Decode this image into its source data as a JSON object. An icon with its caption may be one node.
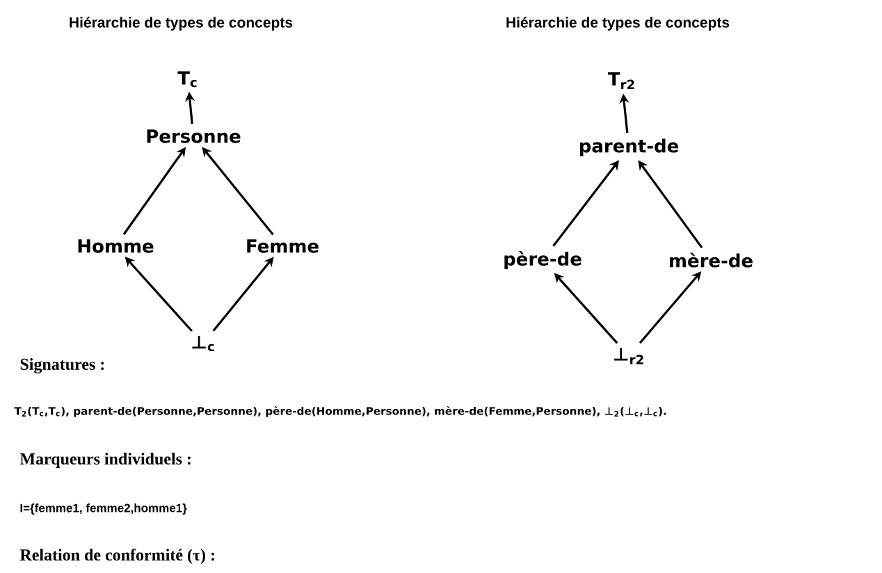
{
  "diagram": {
    "nodes": [
      {
        "text": [
          "T$_{c}$"
        ]
      },
      {
        "text": [
          "Personne"
        ]
      },
      {
        "text": [
          "Homme"
        ]
      },
      {
        "text": [
          "Femme"
        ]
      },
      {
        "text": [
          "⊥$_{c}$"
        ]
      },
      {
        "text": [
          "T$_{r2}$"
        ]
      },
      {
        "text": [
          "parent-de"
        ]
      },
      {
        "text": [
          "père-de"
        ]
      },
      {
        "text": [
          "mère-de"
        ]
      },
      {
        "text": [
          "⊥$_{r2}$"
        ]
      }
    ],
    "edges": [
      {
        "from": 1,
        "to": 0,
        "arrow": "to"
      },
      {
        "from": 2,
        "to": 1,
        "arrow": "to"
      },
      {
        "from": 3,
        "to": 1,
        "arrow": "to"
      },
      {
        "from": 4,
        "to": 2,
        "arrow": "to"
      },
      {
        "from": 4,
        "to": 3,
        "arrow": "to"
      },
      {
        "from": 6,
        "to": 5,
        "arrow": "to"
      },
      {
        "from": 7,
        "to": 6,
        "arrow": "to"
      },
      {
        "from": 8,
        "to": 6,
        "arrow": "to"
      },
      {
        "from": 9,
        "to": 7,
        "arrow": "to"
      },
      {
        "from": 9,
        "to": 8,
        "arrow": "to"
      }
    ],
    "labels": [
      "Hiérarchie de types de concepts",
      "Hiérarchie de types de concepts",
      "Signatures :",
      "T$_{2}$(T$_{c}$,T$_{c}$),  parent-de(Personne,Personne), père-de(Homme,Personne), mère-de(Femme,Personne), ⊥$_{2}$(⊥$_{c}$,⊥$_{c}$).",
      "Marqueurs individuels :",
      "I={femme1, femme2,homme1}",
      "Relation de conformité (τ) :"
    ]
  }
}
